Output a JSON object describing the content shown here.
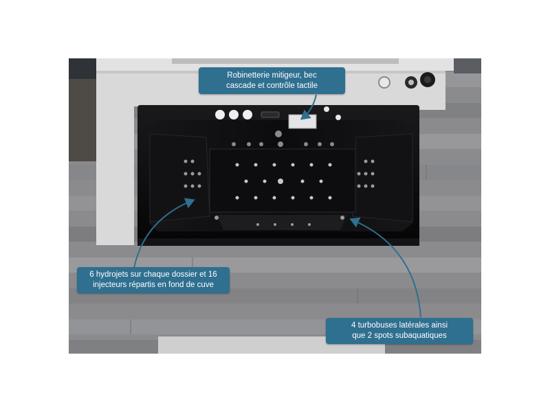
{
  "callouts": {
    "faucet": {
      "line1": "Robinetterie mitigeur, bec",
      "line2": "cascade et contrôle tactile"
    },
    "hydrojets": {
      "line1": "6 hydrojets sur chaque dossier et 16",
      "line2": "injecteurs répartis en fond de cuve"
    },
    "turbo": {
      "line1": "4 turbobuses latérales ainsi",
      "line2": "que 2 spots subaquatiques"
    }
  },
  "colors": {
    "callout_bg": "#2f6f8f",
    "tub_shell": "#0b0b0d",
    "deck": "#d6d6d6",
    "floor": "#8a8a8c"
  }
}
